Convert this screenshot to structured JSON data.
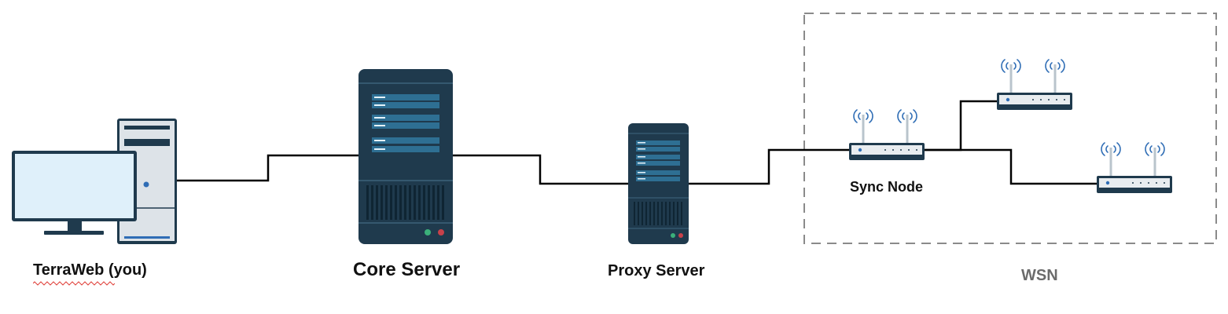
{
  "diagram": {
    "nodes": {
      "client": {
        "label": "TerraWeb (you)",
        "icon": "desktop-computer-icon"
      },
      "core": {
        "label": "Core Server",
        "icon": "server-rack-icon"
      },
      "proxy": {
        "label": "Proxy Server",
        "icon": "server-rack-icon"
      },
      "sync": {
        "label": "Sync Node",
        "icon": "wireless-router-icon"
      },
      "sensor_1": {
        "label": "",
        "icon": "wireless-router-icon"
      },
      "sensor_2": {
        "label": "",
        "icon": "wireless-router-icon"
      }
    },
    "group": {
      "label": "WSN"
    },
    "connections": [
      [
        "client",
        "core"
      ],
      [
        "core",
        "proxy"
      ],
      [
        "proxy",
        "sync"
      ],
      [
        "sync",
        "sensor_1"
      ],
      [
        "sync",
        "sensor_2"
      ]
    ]
  },
  "colors": {
    "server_body": "#1f3a4d",
    "server_panel": "#2e6f93",
    "monitor_screen": "#dff0fa",
    "tower_body": "#dde3e8",
    "router_body": "#e8ecef",
    "signal": "#2f6db5",
    "wire": "#000000",
    "group_border": "#8a8a8a"
  }
}
